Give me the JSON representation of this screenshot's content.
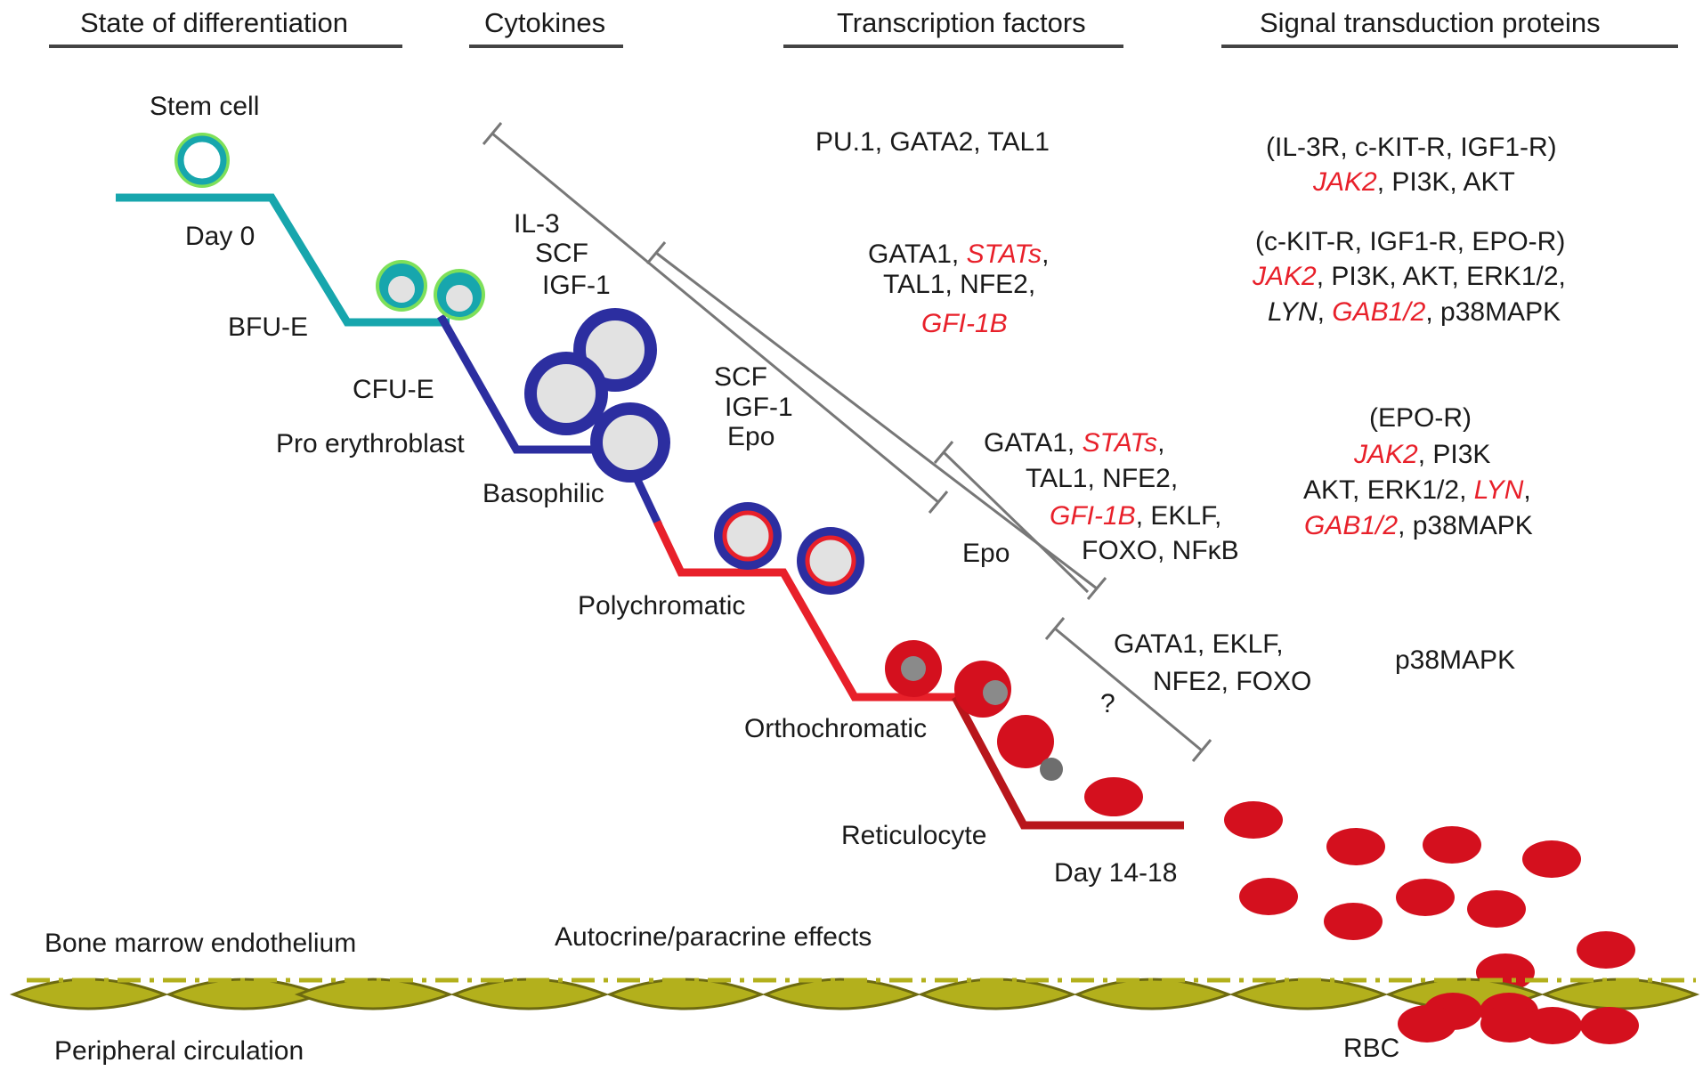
{
  "headers": {
    "differentiation": "State of differentiation",
    "cytokines": "Cytokines",
    "transcription": "Transcription factors",
    "signal": "Signal transduction proteins"
  },
  "stages": {
    "stem_cell": "Stem cell",
    "day0": "Day 0",
    "bfu_e": "BFU-E",
    "cfu_e": "CFU-E",
    "pro_erythroblast": "Pro erythroblast",
    "basophilic": "Basophilic",
    "polychromatic": "Polychromatic",
    "orthochromatic": "Orthochromatic",
    "reticulocyte": "Reticulocyte",
    "day14_18": "Day 14-18"
  },
  "cytokines": {
    "group1": [
      "IL-3",
      "SCF",
      "IGF-1"
    ],
    "group2": [
      "SCF",
      "IGF-1",
      "Epo"
    ],
    "group3": "Epo",
    "group4": "?"
  },
  "transcription": {
    "row1": "PU.1, GATA2, TAL1",
    "row2_a": "GATA1, ",
    "row2_b": "STATs",
    "row2_c": ",",
    "row2_line2": "TAL1, NFE2,",
    "row2_line3": "GFI-1B",
    "row3_a": "GATA1, ",
    "row3_b": "STATs",
    "row3_c": ",",
    "row3_line2": "TAL1, NFE2,",
    "row3_line3_a": "GFI-1B",
    "row3_line3_b": ", EKLF,",
    "row3_line4": "FOXO, NFκB",
    "row4_line1": "GATA1, EKLF,",
    "row4_line2": "NFE2, FOXO"
  },
  "signal": {
    "s1_line1": "(IL-3R, c-KIT-R, IGF1-R)",
    "s1_jak2": "JAK2",
    "s1_rest": ", PI3K, AKT",
    "s2_line1": "(c-KIT-R, IGF1-R, EPO-R)",
    "s2_jak2": "JAK2",
    "s2_rest": ", PI3K, AKT, ERK1/2,",
    "s2_lyn": "LYN",
    "s2_comma": ", ",
    "s2_gab": "GAB1/2",
    "s2_end": ", p38MAPK",
    "s3_line1": "(EPO-R)",
    "s3_jak2": "JAK2",
    "s3_rest": ", PI3K",
    "s3_line3_a": "AKT, ERK1/2, ",
    "s3_lyn": "LYN",
    "s3_line3_c": ",",
    "s3_gab": "GAB1/2",
    "s3_end": ", p38MAPK",
    "s4": "p38MAPK"
  },
  "bottom": {
    "endothelium": "Bone marrow endothelium",
    "autocrine": "Autocrine/paracrine effects",
    "peripheral": "Peripheral circulation",
    "rbc": "RBC"
  },
  "colors": {
    "teal": "#17a6ad",
    "green_ring": "#7ee05a",
    "blue": "#2c2ea0",
    "red": "#e8202a",
    "dark_red": "#b8161b",
    "rbc": "#d4101e",
    "olive": "#b3b01c",
    "olive_dark": "#6d6a10",
    "gray_fill": "#e2e2e2",
    "nucleus": "#8a8a8a"
  }
}
